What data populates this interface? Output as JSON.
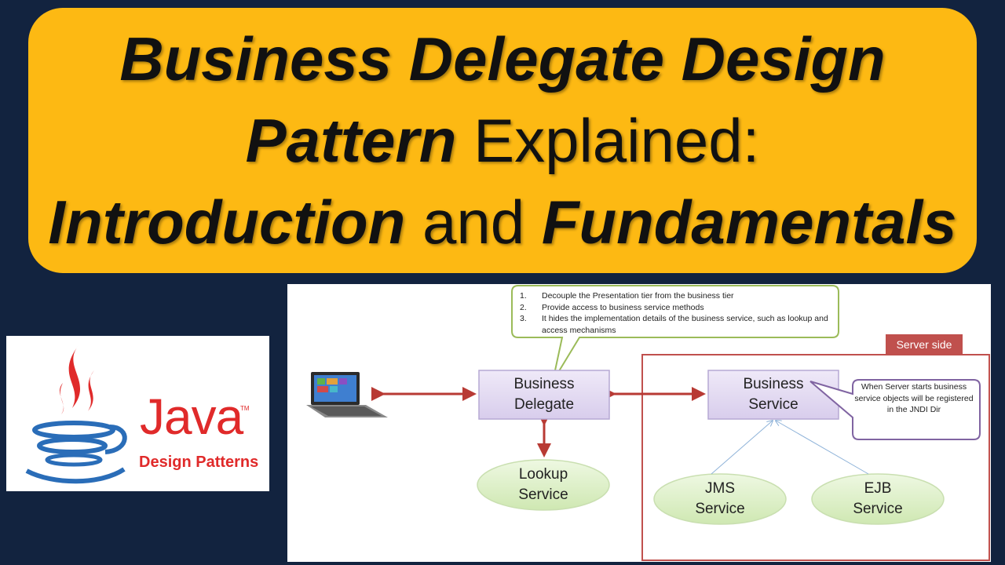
{
  "title": {
    "line1": "Business Delegate Design",
    "line2_bold": "Pattern",
    "line2_plain": "Explained:",
    "line3_bold1": "Introduction",
    "line3_plain": "and",
    "line3_bold2": "Fundamentals"
  },
  "logo": {
    "word": "Java",
    "tm": "TM",
    "subtitle": "Design Patterns"
  },
  "diagram": {
    "callout_items": [
      {
        "num": "1.",
        "text": "Decouple the Presentation tier from the business tier"
      },
      {
        "num": "2.",
        "text": "Provide access to business service methods"
      },
      {
        "num": "3.",
        "text": "It hides the implementation  details of the business service, such as lookup and access mechanisms"
      }
    ],
    "business_delegate": {
      "line1": "Business",
      "line2": "Delegate"
    },
    "business_service": {
      "line1": "Business",
      "line2": "Service"
    },
    "lookup_service": {
      "line1": "Lookup",
      "line2": "Service"
    },
    "jms_service": {
      "line1": "JMS",
      "line2": "Service"
    },
    "ejb_service": {
      "line1": "EJB",
      "line2": "Service"
    },
    "server_side_label": "Server side",
    "server_note": "When Server starts business service objects will be registered in the JNDI Dir"
  },
  "colors": {
    "background": "#12233f",
    "banner": "#fdb913",
    "box_fill": "#e4dcf2",
    "box_stroke": "#b6a9d4",
    "ellipse_fill": "#dcefc6",
    "callout_stroke": "#9bbb59",
    "arrow": "#b83a34",
    "server_border": "#c0504d",
    "note_stroke": "#8064a2",
    "java_red": "#e02a2a",
    "java_blue": "#2a6db8"
  }
}
